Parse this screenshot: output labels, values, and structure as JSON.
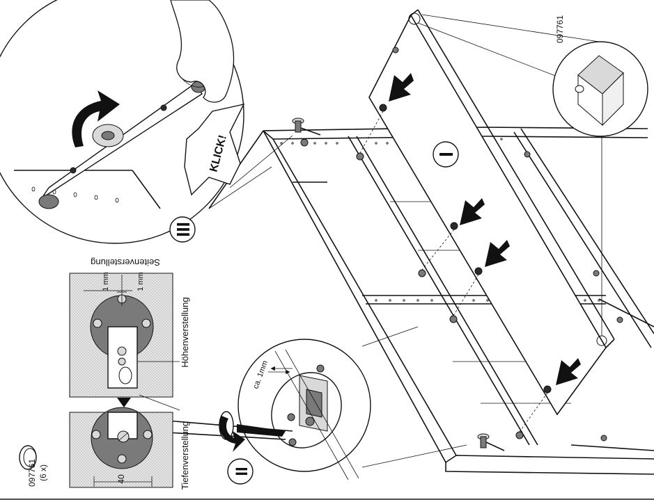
{
  "steps": {
    "step1": "I",
    "step2": "II",
    "step3": "III"
  },
  "callouts": {
    "klick": "KLICK!",
    "ca_1mm": "ca. 1mm",
    "part_number_top": "097761"
  },
  "legend": {
    "part_number": "097761",
    "quantity": "(6 x)"
  },
  "adjustment": {
    "side": "Seitenverstellung",
    "height": "Höhenverstellung",
    "depth": "Tiefenverstellung",
    "dim_1mm_a": "1 mm",
    "dim_1mm_b": "1 mm",
    "dim_40": "40"
  }
}
